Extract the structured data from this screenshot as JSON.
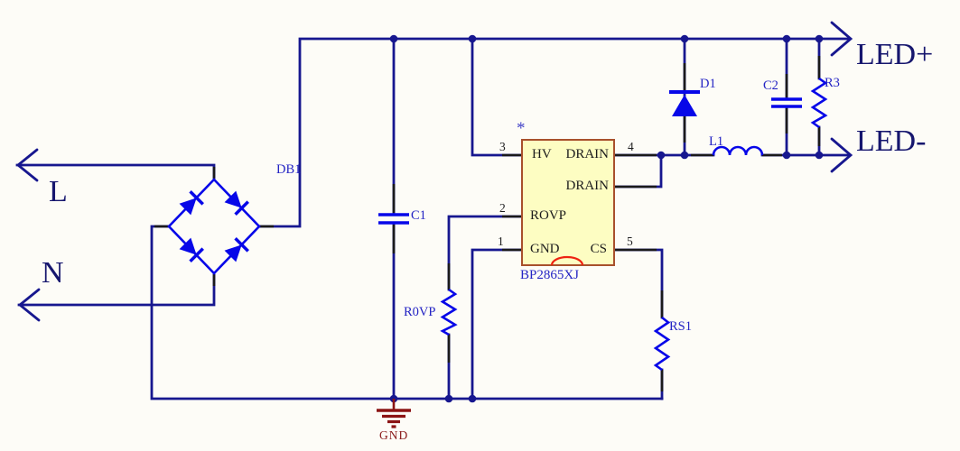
{
  "ports": {
    "l": "L",
    "n": "N",
    "led_plus": "LED+",
    "led_minus": "LED-"
  },
  "ground": {
    "label": "GND"
  },
  "components": {
    "db1": {
      "ref": "DB1",
      "type": "bridge-rectifier"
    },
    "c1": {
      "ref": "C1",
      "type": "capacitor"
    },
    "c2": {
      "ref": "C2",
      "type": "capacitor"
    },
    "r3": {
      "ref": "R3",
      "type": "resistor"
    },
    "d1": {
      "ref": "D1",
      "type": "diode"
    },
    "l1": {
      "ref": "L1",
      "type": "inductor"
    },
    "r0vp": {
      "ref": "R0VP",
      "type": "resistor"
    },
    "rs1": {
      "ref": "RS1",
      "type": "resistor"
    }
  },
  "ic": {
    "part": "BP2865XJ",
    "polarity_marker": "*",
    "pins": {
      "p1": {
        "num": "1",
        "name": "GND"
      },
      "p2": {
        "num": "2",
        "name": "ROVP"
      },
      "p3": {
        "num": "3",
        "name": "HV"
      },
      "p4": {
        "num": "4",
        "name": "DRAIN"
      },
      "drain2": {
        "name": "DRAIN"
      },
      "p5": {
        "num": "5",
        "name": "CS"
      }
    }
  },
  "colors": {
    "background": "#fdfcf7",
    "wire": "#17178f",
    "component_blue": "#0707e8",
    "ref_label": "#2424c4",
    "port_text": "#16166e",
    "ic_fill": "#fdfdc2",
    "ic_border": "#a8502c",
    "ic_arc_red": "#ee2211",
    "ground_red": "#8b1414",
    "pin_text": "#1c1c1c"
  }
}
